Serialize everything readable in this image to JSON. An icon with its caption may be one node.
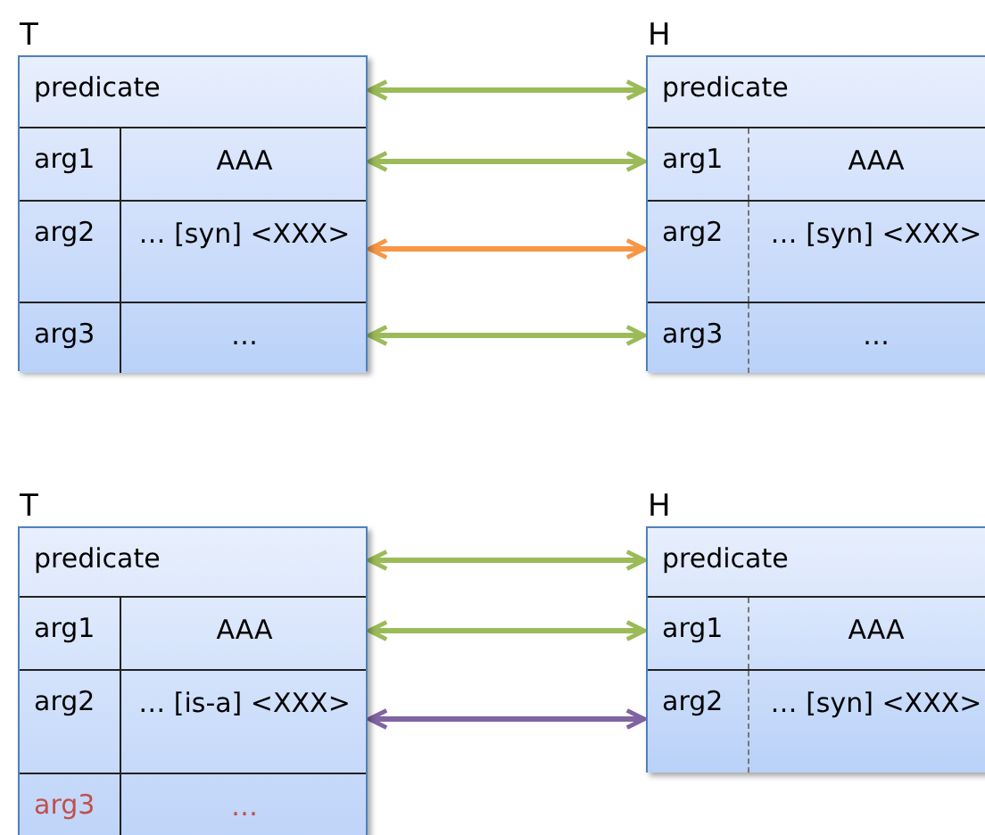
{
  "diagram": {
    "nodes": [
      {
        "text": [
          "T"
        ]
      },
      {
        "text": [
          "predicate"
        ],
        "in": 0
      },
      {
        "text": [
          "arg1",
          "AAA"
        ],
        "in": 0
      },
      {
        "text": [
          "arg2",
          "… [syn] <XXX>"
        ],
        "in": 0
      },
      {
        "text": [
          "arg3",
          "…"
        ],
        "in": 0
      },
      {
        "text": [
          "H"
        ]
      },
      {
        "text": [
          "predicate"
        ],
        "in": 5
      },
      {
        "text": [
          "arg1",
          "AAA"
        ],
        "in": 5
      },
      {
        "text": [
          "arg2",
          "… [syn] <XXX>"
        ],
        "in": 5
      },
      {
        "text": [
          "arg3",
          "…"
        ],
        "in": 5
      },
      {
        "text": [
          "T"
        ]
      },
      {
        "text": [
          "predicate"
        ],
        "in": 10
      },
      {
        "text": [
          "arg1",
          "AAA"
        ],
        "in": 10
      },
      {
        "text": [
          "arg2",
          "… [is-a] <XXX>"
        ],
        "in": 10
      },
      {
        "text": [
          "arg3",
          "…"
        ],
        "in": 10
      },
      {
        "text": [
          "H"
        ]
      },
      {
        "text": [
          "predicate"
        ],
        "in": 15
      },
      {
        "text": [
          "arg1",
          "AAA"
        ],
        "in": 15
      },
      {
        "text": [
          "arg2",
          "… [syn] <XXX>"
        ],
        "in": 15
      }
    ],
    "edges": [
      {
        "from": 1,
        "to": 6,
        "arrow": "both"
      },
      {
        "from": 2,
        "to": 7,
        "arrow": "both"
      },
      {
        "from": 3,
        "to": 8,
        "arrow": "both",
        "color": "#f79646"
      },
      {
        "from": 4,
        "to": 9,
        "arrow": "both"
      },
      {
        "from": 11,
        "to": 16,
        "arrow": "both"
      },
      {
        "from": 12,
        "to": 17,
        "arrow": "both"
      },
      {
        "from": 13,
        "to": 18,
        "arrow": "both",
        "color": "#8064a2"
      }
    ]
  }
}
